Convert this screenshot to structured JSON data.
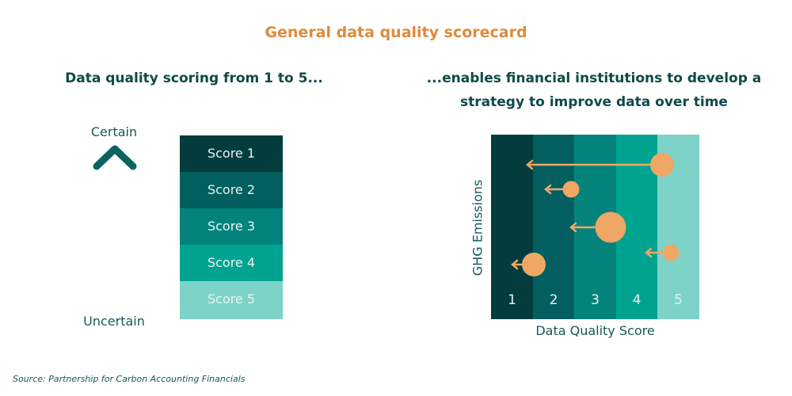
{
  "title": "General data quality scorecard",
  "left": {
    "heading": "Data quality scoring from 1 to 5...",
    "arrow_top_label": "Certain",
    "arrow_bottom_label": "Uncertain",
    "scores": [
      {
        "label": "Score 1",
        "color": "#033c3d"
      },
      {
        "label": "Score 2",
        "color": "#025e5f"
      },
      {
        "label": "Score 3",
        "color": "#04837c"
      },
      {
        "label": "Score 4",
        "color": "#00a390"
      },
      {
        "label": "Score 5",
        "color": "#7dd3c7"
      }
    ]
  },
  "right": {
    "heading_line1": "...enables financial institutions to develop a",
    "heading_line2": "strategy to improve data over time",
    "ylabel": "GHG Emissions",
    "xlabel": "Data Quality Score",
    "columns": [
      {
        "label": "1",
        "color": "#033c3d"
      },
      {
        "label": "2",
        "color": "#025e5f"
      },
      {
        "label": "3",
        "color": "#04837c"
      },
      {
        "label": "4",
        "color": "#00a390"
      },
      {
        "label": "5",
        "color": "#7dd3c7"
      }
    ],
    "bubble_color": "#eea765"
  },
  "chart_data": {
    "type": "scatter",
    "title": "...enables financial institutions to develop a strategy to improve data over time",
    "xlabel": "Data Quality Score",
    "ylabel": "GHG Emissions",
    "categories": [
      "1",
      "2",
      "3",
      "4",
      "5"
    ],
    "points": [
      {
        "from_score": 4.8,
        "to_score": 1.3,
        "emissions_rank": 1,
        "size": "large"
      },
      {
        "from_score": 2.9,
        "to_score": 2.3,
        "emissions_rank": 2,
        "size": "small"
      },
      {
        "from_score": 3.9,
        "to_score": 2.9,
        "emissions_rank": 3,
        "size": "extra-large"
      },
      {
        "from_score": 5.0,
        "to_score": 4.6,
        "emissions_rank": 4,
        "size": "small"
      },
      {
        "from_score": 2.0,
        "to_score": 1.5,
        "emissions_rank": 5,
        "size": "large"
      }
    ],
    "legend": "none",
    "grid": false
  },
  "source": "Source: Partnership for Carbon Accounting Financials"
}
